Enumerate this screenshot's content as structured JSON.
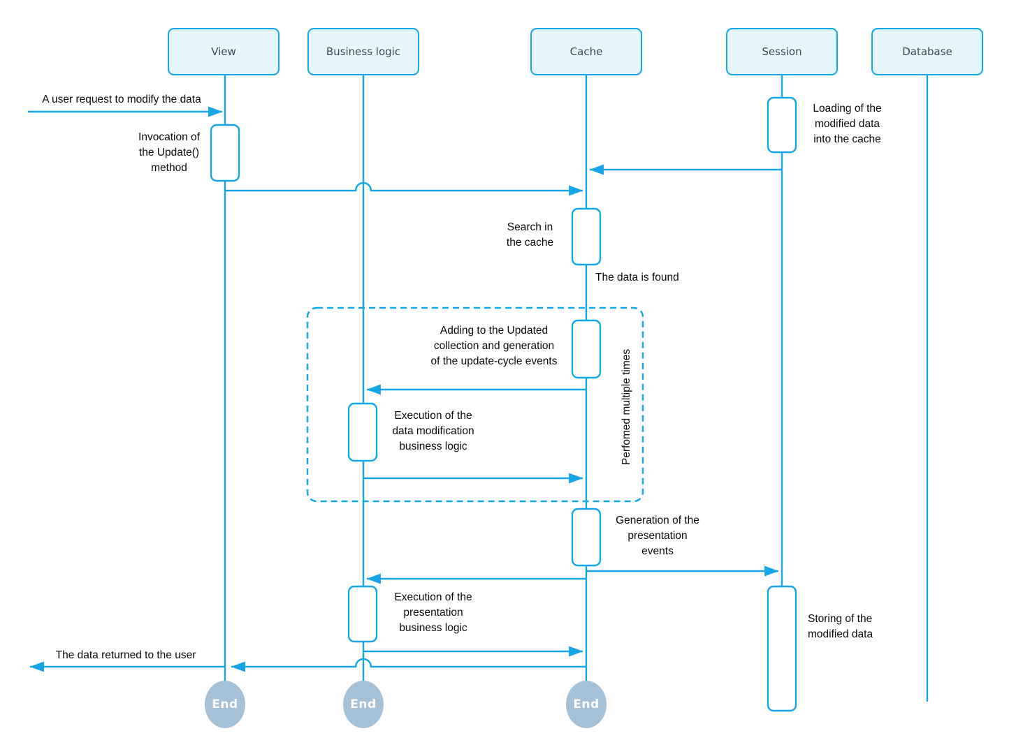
{
  "diagram": {
    "type": "uml-sequence-diagram",
    "colors": {
      "line": "#14a6e6",
      "participant_fill": "#e4f5fc",
      "participant_text": "#3d4a55",
      "end_node_fill": "#a5c1d7",
      "end_node_text": "#ffffff",
      "label_text": "#0a0a0a",
      "background": "#ffffff"
    },
    "participants": [
      {
        "id": "view",
        "label": "View"
      },
      {
        "id": "business-logic",
        "label": "Business logic"
      },
      {
        "id": "cache",
        "label": "Cache"
      },
      {
        "id": "session",
        "label": "Session"
      },
      {
        "id": "database",
        "label": "Database"
      }
    ],
    "messages": [
      {
        "from": "user",
        "to": "View",
        "label": "A user request to modify the data"
      },
      {
        "from": "Session",
        "to": "Cache",
        "label": ""
      },
      {
        "from": "View",
        "to": "Cache",
        "label": ""
      },
      {
        "from": "Cache",
        "to": "Business logic",
        "label": ""
      },
      {
        "from": "Business logic",
        "to": "Cache",
        "label": ""
      },
      {
        "from": "Cache",
        "to": "Session",
        "label": ""
      },
      {
        "from": "Cache",
        "to": "Business logic",
        "label": ""
      },
      {
        "from": "Business logic",
        "to": "Cache",
        "label": ""
      },
      {
        "from": "Cache",
        "to": "user",
        "label": "The data returned to the user"
      }
    ],
    "activations": [
      {
        "participant": "View",
        "note": "Invocation of\nthe Update()\nmethod"
      },
      {
        "participant": "Session",
        "note": "Loading of the\nmodified data\ninto the cache"
      },
      {
        "participant": "Cache",
        "note": "Search in\nthe cache"
      },
      {
        "participant": "Cache",
        "note": "Adding to the Updated\ncollection and generation\nof the update-cycle events"
      },
      {
        "participant": "Business logic",
        "note": "Execution of the\ndata modification\nbusiness logic"
      },
      {
        "participant": "Cache",
        "note": "Generation of the\npresentation\nevents"
      },
      {
        "participant": "Business logic",
        "note": "Execution of the\npresentation\nbusiness logic"
      },
      {
        "participant": "Session",
        "note": "Storing of the\nmodified data"
      }
    ],
    "notes": [
      {
        "attached_to": "Cache",
        "text": "The data is found"
      }
    ],
    "loop": {
      "label": "Perfomed multiple times"
    },
    "end_label": "End"
  }
}
